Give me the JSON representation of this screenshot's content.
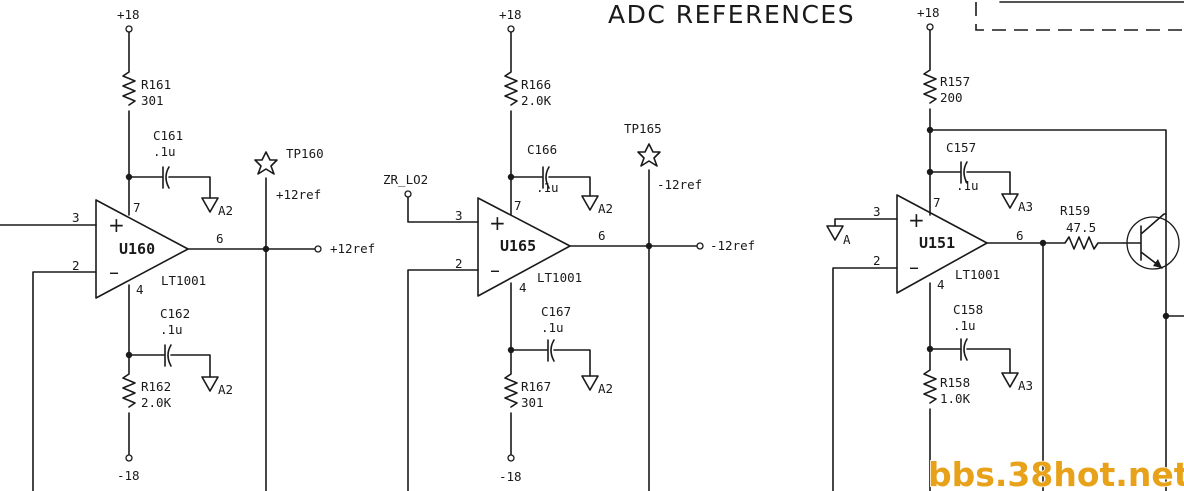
{
  "title": "ADC REFERENCES",
  "watermark": "bbs.38hot.net",
  "stage1": {
    "supply_top": "+18",
    "supply_bottom": "-18",
    "r_top": "R161",
    "r_top_val": "301",
    "c_top": "C161",
    "c_top_val": ".1u",
    "c_top_gnd": "A2",
    "opamp": "U160",
    "part": "LT1001",
    "pin_in_plus": "3",
    "pin_in_minus": "2",
    "pin_v_plus": "7",
    "pin_v_minus": "4",
    "pin_out": "6",
    "c_bot": "C162",
    "c_bot_val": ".1u",
    "c_bot_gnd": "A2",
    "r_bot": "R162",
    "r_bot_val": "2.0K",
    "testpoint": "TP160",
    "tp_net": "+12ref",
    "out_net": "+12ref"
  },
  "stage2": {
    "supply_top": "+18",
    "supply_bottom": "-18",
    "r_top": "R166",
    "r_top_val": "2.0K",
    "c_top": "C166",
    "c_top_val": ".1u",
    "c_top_gnd": "A2",
    "opamp": "U165",
    "part": "LT1001",
    "input_net": "ZR_LO2",
    "pin_in_plus": "3",
    "pin_in_minus": "2",
    "pin_v_plus": "7",
    "pin_v_minus": "4",
    "pin_out": "6",
    "c_bot": "C167",
    "c_bot_val": ".1u",
    "c_bot_gnd": "A2",
    "r_bot": "R167",
    "r_bot_val": "301",
    "testpoint": "TP165",
    "tp_net": "-12ref",
    "out_net": "-12ref"
  },
  "stage3": {
    "supply_top": "+18",
    "r_top": "R157",
    "r_top_val": "200",
    "c_top": "C157",
    "c_top_val": ".1u",
    "c_top_gnd": "A3",
    "opamp": "U151",
    "part": "LT1001",
    "in_gnd": "A",
    "pin_in_plus": "3",
    "pin_in_minus": "2",
    "pin_v_plus": "7",
    "pin_v_minus": "4",
    "pin_out": "6",
    "c_bot": "C158",
    "c_bot_val": ".1u",
    "c_bot_gnd": "A3",
    "r_bot": "R158",
    "r_bot_val": "1.0K",
    "r_out": "R159",
    "r_out_val": "47.5"
  }
}
